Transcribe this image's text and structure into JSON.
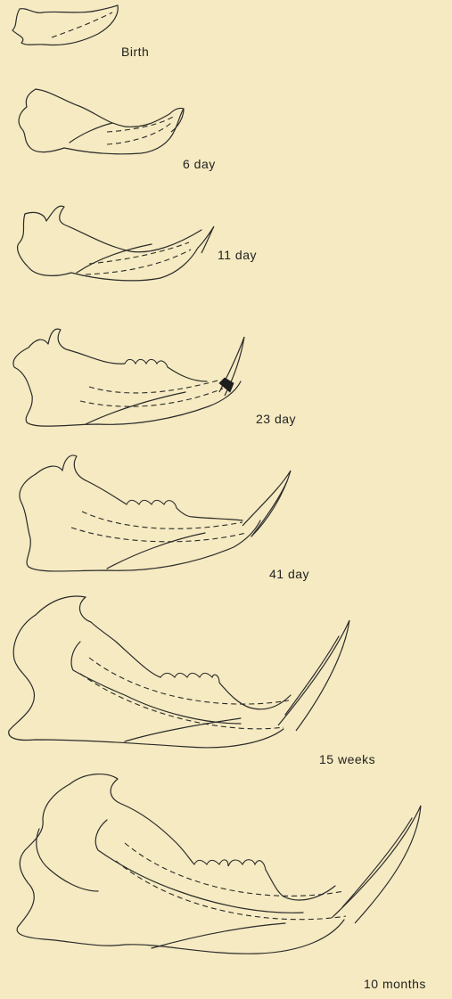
{
  "stages": [
    {
      "label": "Birth"
    },
    {
      "label": "6 day"
    },
    {
      "label": "11 day"
    },
    {
      "label": "23 day"
    },
    {
      "label": "41 day"
    },
    {
      "label": "15 weeks"
    },
    {
      "label": "10 months"
    }
  ],
  "colors": {
    "background": "#f5eac1",
    "ink": "#2b2b2b"
  }
}
